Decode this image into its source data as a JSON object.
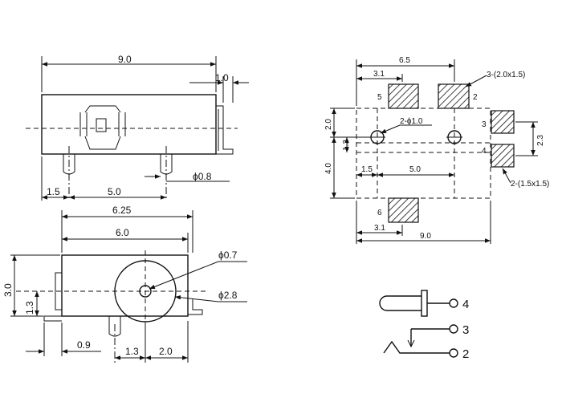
{
  "side_view": {
    "length": "9.0",
    "tab": "1.0",
    "pin_dia": "ϕ0.8",
    "pin_off": "1.5",
    "pin_pitch": "5.0"
  },
  "front_view": {
    "width_a": "6.25",
    "width_b": "6.0",
    "hole_dia": "ϕ0.7",
    "body_dia": "ϕ2.8",
    "height": "3.0",
    "center_h": "1.3",
    "edge": "0.9",
    "pin_a": "1.3",
    "pin_b": "2.0"
  },
  "pcb_layout": {
    "span_a": "6.5",
    "span_b": "3.1",
    "pad_spec": "3-(2.0x1.5)",
    "hole_spec": "2-ϕ1.0",
    "row_a": "2.0",
    "row_b": "1.3",
    "row_c": "4.0",
    "hole_off": "1.5",
    "hole_pitch": "5.0",
    "pad_gap": "2.3",
    "small_pad_spec": "2-(1.5x1.5)",
    "bottom_a": "3.1",
    "bottom_b": "9.0",
    "pins": [
      "5",
      "2",
      "3",
      "4",
      "6"
    ]
  },
  "schematic": {
    "pins": [
      "4",
      "3",
      "2"
    ]
  }
}
